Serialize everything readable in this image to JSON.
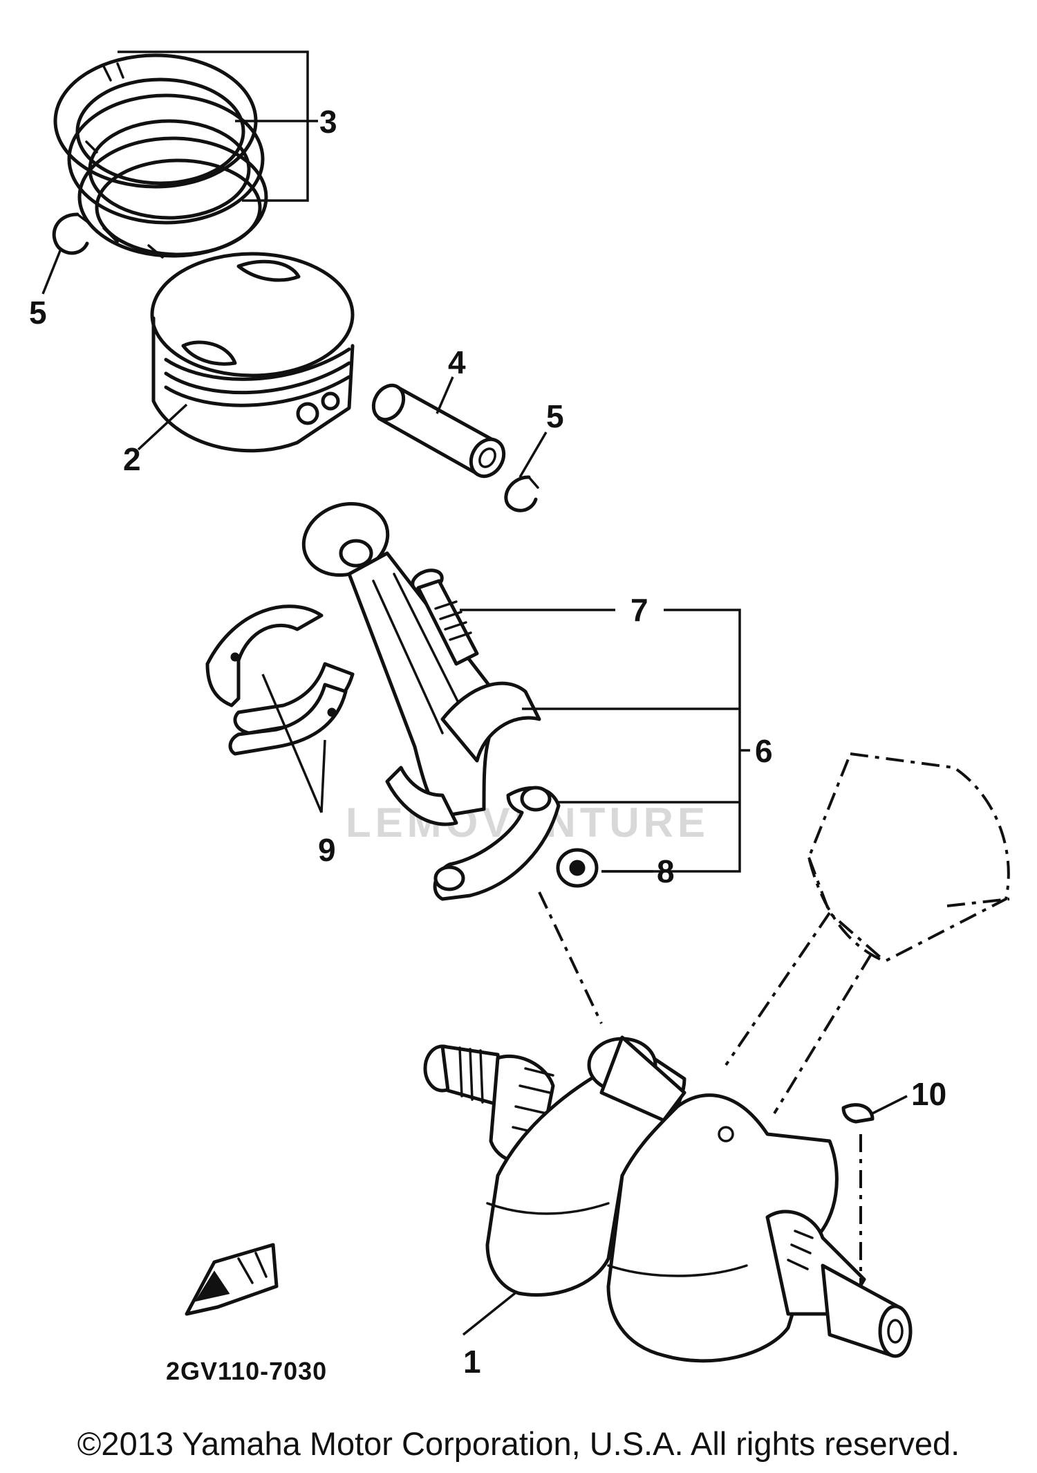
{
  "diagram": {
    "callouts": [
      {
        "id": "c1",
        "text": "1"
      },
      {
        "id": "c2",
        "text": "2"
      },
      {
        "id": "c3",
        "text": "3"
      },
      {
        "id": "c4",
        "text": "4"
      },
      {
        "id": "c5a",
        "text": "5"
      },
      {
        "id": "c5b",
        "text": "5"
      },
      {
        "id": "c6",
        "text": "6"
      },
      {
        "id": "c7",
        "text": "7"
      },
      {
        "id": "c8",
        "text": "8"
      },
      {
        "id": "c9",
        "text": "9"
      },
      {
        "id": "c10",
        "text": "10"
      }
    ],
    "diagram_code": "2GV110-7030",
    "watermark": "LEMOVENTURE",
    "front_marker_icon": "arrow-fr-icon"
  },
  "footer": {
    "copyright": "©2013 Yamaha Motor Corporation, U.S.A. All rights reserved."
  }
}
